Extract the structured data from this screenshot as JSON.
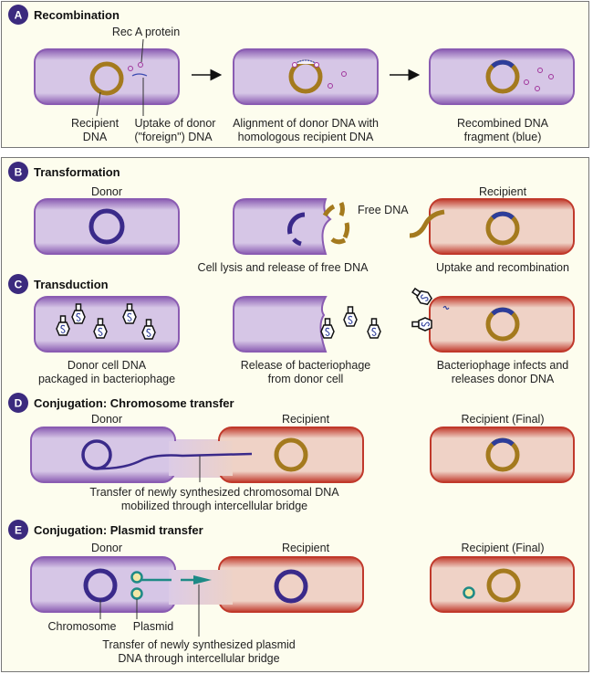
{
  "sections": {
    "a": {
      "letter": "A",
      "title": "Recombination",
      "labels": {
        "rec_a": "Rec A protein",
        "recipient_dna_1": "Recipient",
        "recipient_dna_2": "DNA",
        "uptake_1": "Uptake of donor",
        "uptake_2": "(\"foreign\") DNA",
        "alignment_1": "Alignment of donor DNA with",
        "alignment_2": "homologous recipient DNA",
        "recombined_1": "Recombined DNA",
        "recombined_2": "fragment (blue)"
      }
    },
    "b": {
      "letter": "B",
      "title": "Transformation",
      "labels": {
        "donor": "Donor",
        "free_dna": "Free DNA",
        "recipient": "Recipient",
        "lysis": "Cell lysis and release of free DNA",
        "uptake": "Uptake and recombination"
      }
    },
    "c": {
      "letter": "C",
      "title": "Transduction",
      "labels": {
        "donor_1": "Donor cell DNA",
        "donor_2": "packaged in bacteriophage",
        "release_1": "Release of bacteriophage",
        "release_2": "from donor cell",
        "infects_1": "Bacteriophage infects and",
        "infects_2": "releases donor DNA"
      }
    },
    "d": {
      "letter": "D",
      "title": "Conjugation: Chromosome transfer",
      "labels": {
        "donor": "Donor",
        "recipient": "Recipient",
        "final": "Recipient (Final)",
        "transfer_1": "Transfer of newly synthesized chromosomal DNA",
        "transfer_2": "mobilized through intercellular bridge"
      }
    },
    "e": {
      "letter": "E",
      "title": "Conjugation: Plasmid transfer",
      "labels": {
        "donor": "Donor",
        "recipient": "Recipient",
        "final": "Recipient (Final)",
        "chromosome": "Chromosome",
        "plasmid": "Plasmid",
        "transfer_1": "Transfer of newly synthesized plasmid",
        "transfer_2": "DNA through intercellular bridge"
      }
    }
  },
  "colors": {
    "background": "#fdfdee",
    "donor_cell": "#d6c6e6",
    "donor_edge": "#7b4fa6",
    "recipient_cell": "#eed0c4",
    "recipient_edge": "#b52a26",
    "recipient_dna": "#a47a1e",
    "donor_dna": "#3a2a8a",
    "recombined_fragment": "#2d3d9a",
    "plasmid": "#1e8a86",
    "plasmid_fill": "#f3e7a6",
    "badge": "#3b2a7e"
  }
}
